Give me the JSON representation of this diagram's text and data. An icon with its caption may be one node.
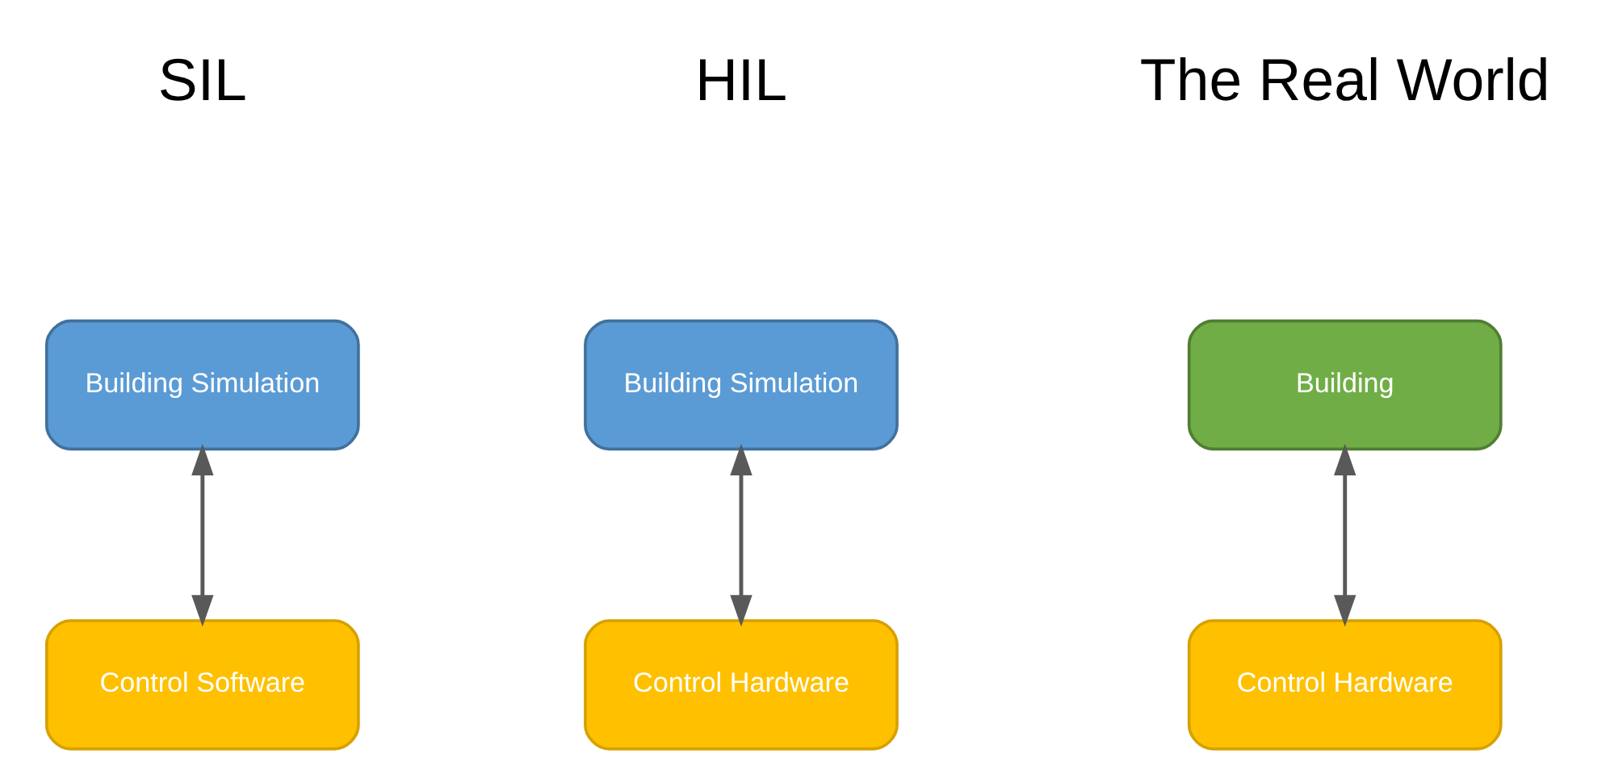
{
  "diagram": {
    "nodes": [
      {
        "text": [
          "Building Simulation"
        ]
      },
      {
        "text": [
          "Control Software"
        ]
      },
      {
        "text": [
          "Building Simulation"
        ]
      },
      {
        "text": [
          "Control Hardware"
        ]
      },
      {
        "text": [
          "Building"
        ]
      },
      {
        "text": [
          "Control Hardware"
        ]
      }
    ],
    "edges": [
      {
        "from": 0,
        "to": 1,
        "arrow": "both"
      },
      {
        "from": 2,
        "to": 3,
        "arrow": "both"
      },
      {
        "from": 4,
        "to": 5,
        "arrow": "both"
      }
    ],
    "labels": [
      "SIL",
      "HIL",
      "The Real World"
    ]
  }
}
